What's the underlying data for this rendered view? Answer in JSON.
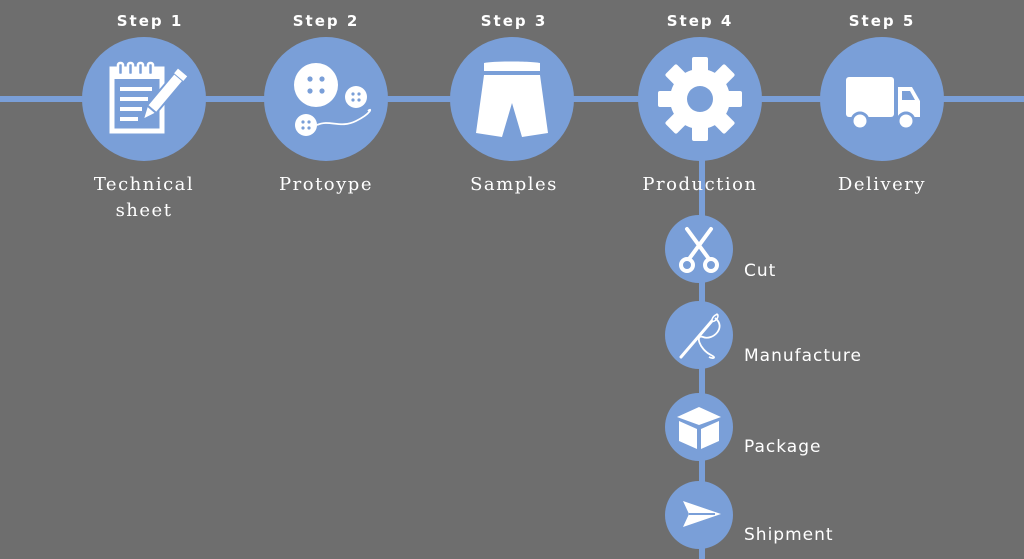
{
  "steps": [
    {
      "step": "Step 1",
      "name": "Technical sheet",
      "icon": "notepad-pencil-icon"
    },
    {
      "step": "Step 2",
      "name": "Protoype",
      "icon": "buttons-thread-icon"
    },
    {
      "step": "Step 3",
      "name": "Samples",
      "icon": "shorts-icon"
    },
    {
      "step": "Step 4",
      "name": "Production",
      "icon": "gear-icon"
    },
    {
      "step": "Step 5",
      "name": "Delivery",
      "icon": "truck-icon"
    }
  ],
  "production_substeps": [
    {
      "name": "Cut",
      "icon": "scissors-icon"
    },
    {
      "name": "Manufacture",
      "icon": "needle-thread-icon"
    },
    {
      "name": "Package",
      "icon": "box-icon"
    },
    {
      "name": "Shipment",
      "icon": "paper-plane-icon"
    }
  ],
  "colors": {
    "background": "#6e6e6e",
    "accent": "#7a9fd8",
    "text": "#ffffff"
  }
}
